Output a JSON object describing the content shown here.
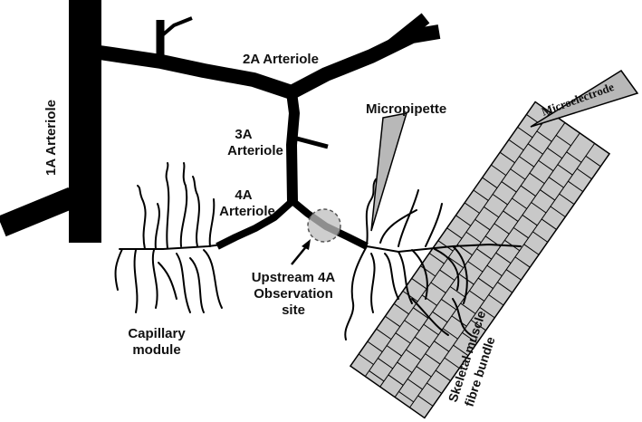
{
  "labels": {
    "arteriole_1a": "1A Arteriole",
    "arteriole_2a": "2A Arteriole",
    "arteriole_3a_line1": "3A",
    "arteriole_3a_line2": "Arteriole",
    "arteriole_4a_line1": "4A",
    "arteriole_4a_line2": "Arteriole",
    "micropipette": "Micropipette",
    "microelectrode": "Microelectrode",
    "observation_line1": "Upstream 4A",
    "observation_line2": "Observation",
    "observation_line3": "site",
    "capillary_line1": "Capillary",
    "capillary_line2": "module",
    "muscle_line1": "Skeletal muscle",
    "muscle_line2": "fibre bundle"
  },
  "colors": {
    "vessel": "#000000",
    "muscle_fill": "#c8c8c8",
    "muscle_grid": "#000000",
    "pipette_fill": "#b8b8b8",
    "observation_fill": "#bdbdbd"
  }
}
